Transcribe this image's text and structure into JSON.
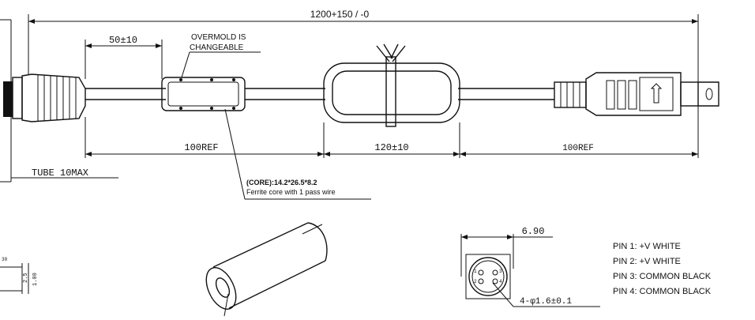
{
  "dimensions": {
    "overall_length": "1200+150 / -0",
    "strain_relief": "50±10",
    "left_ref": "100REF",
    "loop_length": "120±10",
    "right_ref": "100REF",
    "tube_max": "TUBE 10MAX",
    "connector_width": "6.90",
    "pin_hole": "4-φ1.6±0.1",
    "small_a": "2.5",
    "small_b": "1.00",
    "small_c": "30"
  },
  "notes": {
    "overmold_line1": "OVERMOLD IS",
    "overmold_line2": "CHANGEABLE",
    "core_line1": "(CORE):14.2*26.5*8.2",
    "core_line2": "Ferrite core with 1 pass wire"
  },
  "connector_face_labels": {
    "pin1": "1",
    "pin2": "2",
    "pin3": "3",
    "pin4": "4"
  },
  "pinout": [
    "PIN 1: +V WHITE",
    "PIN 2: +V WHITE",
    "PIN 3: COMMON BLACK",
    "PIN 4: COMMON BLACK"
  ]
}
